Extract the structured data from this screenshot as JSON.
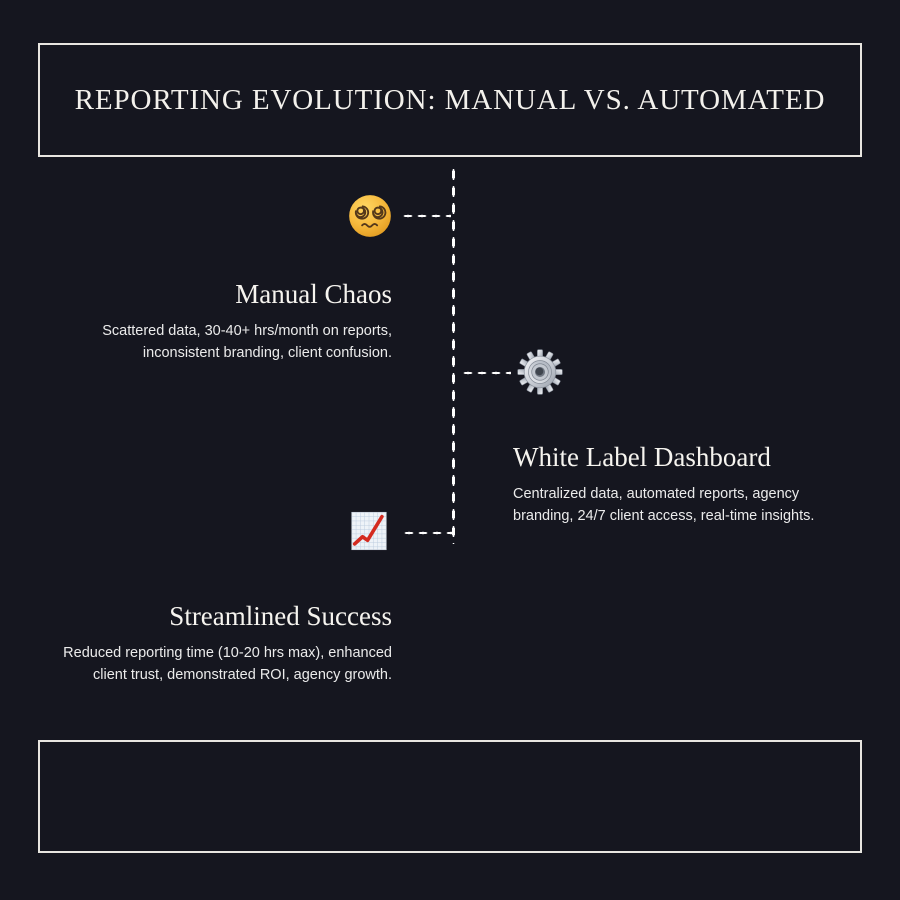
{
  "page": {
    "background_color": "#15161f",
    "accent_color": "#e8e6e0",
    "text_color": "#f3f1ec"
  },
  "header": {
    "title": "REPORTING EVOLUTION: MANUAL VS. AUTOMATED"
  },
  "timeline": {
    "stages": [
      {
        "id": "manual-chaos",
        "side": "left",
        "icon": "dizzy-face-emoji",
        "heading": "Manual Chaos",
        "body": "Scattered data, 30-40+ hrs/month on reports, inconsistent branding, client confusion."
      },
      {
        "id": "white-label-dashboard",
        "side": "right",
        "icon": "gear-emoji",
        "heading": "White Label Dashboard",
        "body": "Centralized data, automated reports, agency branding, 24/7 client access, real-time insights."
      },
      {
        "id": "streamlined-success",
        "side": "left",
        "icon": "chart-increasing-emoji",
        "heading": "Streamlined Success",
        "body": "Reduced reporting time (10-20 hrs max), enhanced client trust, demonstrated ROI, agency growth."
      }
    ]
  },
  "footer": {
    "caption": ""
  }
}
